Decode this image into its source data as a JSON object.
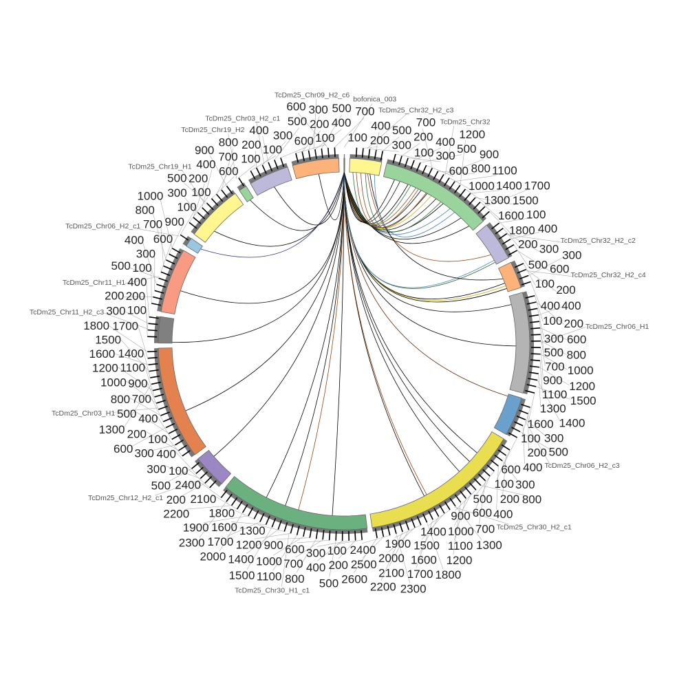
{
  "chart_data": {
    "type": "chord",
    "title": "",
    "direction": "clockwise",
    "tick_interval": 100,
    "segments": [
      {
        "name": "TcDm25_Chr32_H2_c3",
        "length": 520,
        "ticks": [
          100,
          200,
          300,
          400,
          500
        ],
        "color": "#fff68f"
      },
      {
        "name": "TcDm25_Chr32",
        "length": 1850,
        "ticks": [
          100,
          200,
          300,
          400,
          500,
          600,
          700,
          800,
          900,
          1000,
          1100,
          1200,
          1300,
          1400,
          1500,
          1600,
          1700,
          1800
        ],
        "color": "#9ad49d"
      },
      {
        "name": "TcDm25_Chr32_H2_c2",
        "length": 640,
        "ticks": [
          100,
          200,
          300,
          400,
          500,
          600
        ],
        "color": "#bcb9da"
      },
      {
        "name": "TcDm25_Chr32_H2_c4",
        "length": 440,
        "ticks": [
          100,
          200,
          300,
          400
        ],
        "color": "#fdb27a"
      },
      {
        "name": "TcDm25_Chr06_H1",
        "length": 1650,
        "ticks": [
          100,
          200,
          300,
          400,
          500,
          600,
          700,
          800,
          900,
          1000,
          1100,
          1200,
          1300,
          1400,
          1500,
          1600
        ],
        "color": "#b4b4b4"
      },
      {
        "name": "TcDm25_Chr06_H2_c3",
        "length": 640,
        "ticks": [
          100,
          200,
          300,
          400,
          500,
          600
        ],
        "color": "#69a0cc"
      },
      {
        "name": "TcDm25_Chr30_H2_c1",
        "length": 2650,
        "ticks": [
          100,
          200,
          300,
          400,
          500,
          600,
          700,
          800,
          900,
          1000,
          1100,
          1200,
          1300,
          1400,
          1500,
          1600,
          1700,
          1800,
          1900,
          2000,
          2100,
          2200,
          2300,
          2400,
          2500,
          2600
        ],
        "color": "#e8de50"
      },
      {
        "name": "TcDm25_Chr30_H1_c1",
        "length": 2450,
        "ticks": [
          100,
          200,
          300,
          400,
          500,
          600,
          700,
          800,
          900,
          1000,
          1100,
          1200,
          1300,
          1400,
          1500,
          1600,
          1700,
          1800,
          1900,
          2000,
          2100,
          2200,
          2300,
          2400
        ],
        "color": "#6ab17f"
      },
      {
        "name": "TcDm25_Chr12_H2_c1",
        "length": 560,
        "ticks": [
          100,
          200,
          300,
          400,
          500
        ],
        "color": "#9a87c3"
      },
      {
        "name": "TcDm25_Chr03_H1",
        "length": 1850,
        "ticks": [
          100,
          200,
          300,
          400,
          500,
          600,
          700,
          800,
          900,
          1000,
          1100,
          1200,
          1300,
          1400,
          1500,
          1600,
          1700,
          1800
        ],
        "color": "#e4824f"
      },
      {
        "name": "TcDm25_Chr11_H2_c3",
        "length": 430,
        "ticks": [
          100,
          200,
          300,
          400
        ],
        "color": "#808080"
      },
      {
        "name": "TcDm25_Chr11_H1",
        "length": 1060,
        "ticks": [
          100,
          200,
          300,
          400,
          500,
          600,
          700,
          800,
          900,
          1000
        ],
        "color": "#f99a83"
      },
      {
        "name": "TcDm25_Chr06_H2_c1",
        "length": 150,
        "ticks": [
          100
        ],
        "color": "#98c6e3"
      },
      {
        "name": "TcDm25_Chr19_H1",
        "length": 940,
        "ticks": [
          100,
          200,
          300,
          400,
          500,
          600,
          700,
          800,
          900
        ],
        "color": "#fff68f"
      },
      {
        "name": "TcDm25_Chr19_H2",
        "length": 130,
        "ticks": [
          100
        ],
        "color": "#9ad49d"
      },
      {
        "name": "TcDm25_Chr03_H2_c1",
        "length": 660,
        "ticks": [
          100,
          200,
          300,
          400,
          500,
          600
        ],
        "color": "#bcb9da"
      },
      {
        "name": "TcDm25_Chr09_H2_c6",
        "length": 760,
        "ticks": [
          100,
          200,
          300,
          400,
          500,
          600,
          700
        ],
        "color": "#fdb27a"
      },
      {
        "name": "bofonica_003",
        "length": 15,
        "ticks": [],
        "color": "#777777"
      }
    ],
    "links": [
      {
        "from": [
          "bofonica_003",
          5
        ],
        "to": [
          "TcDm25_Chr09_H2_c6",
          400
        ],
        "color": "#000000"
      },
      {
        "from": [
          "bofonica_003",
          5
        ],
        "to": [
          "TcDm25_Chr03_H2_c1",
          330
        ],
        "color": "#000000"
      },
      {
        "from": [
          "bofonica_003",
          5
        ],
        "to": [
          "TcDm25_Chr19_H2",
          60
        ],
        "color": "#000000"
      },
      {
        "from": [
          "bofonica_003",
          5
        ],
        "to": [
          "TcDm25_Chr19_H1",
          250
        ],
        "color": "#000000"
      },
      {
        "from": [
          "bofonica_003",
          5
        ],
        "to": [
          "TcDm25_Chr06_H2_c1",
          90
        ],
        "color": "#2b3a70"
      },
      {
        "from": [
          "bofonica_003",
          5
        ],
        "to": [
          "TcDm25_Chr11_H1",
          420
        ],
        "color": "#000000"
      },
      {
        "from": [
          "bofonica_003",
          5
        ],
        "to": [
          "TcDm25_Chr11_H2_c3",
          15
        ],
        "color": "#000000"
      },
      {
        "from": [
          "bofonica_003",
          5
        ],
        "to": [
          "TcDm25_Chr03_H1",
          720
        ],
        "color": "#000000"
      },
      {
        "from": [
          "bofonica_003",
          5
        ],
        "to": [
          "TcDm25_Chr12_H2_c1",
          420
        ],
        "color": "#000000"
      },
      {
        "from": [
          "bofonica_003",
          5
        ],
        "to": [
          "TcDm25_Chr30_H1_c1",
          1780
        ],
        "color": "#000000"
      },
      {
        "from": [
          "bofonica_003",
          5
        ],
        "to": [
          "TcDm25_Chr30_H1_c1",
          1420
        ],
        "color": "#000000"
      },
      {
        "from": [
          "bofonica_003",
          5
        ],
        "to": [
          "TcDm25_Chr30_H1_c1",
          1180
        ],
        "color": "#8b4513"
      },
      {
        "from": [
          "bofonica_003",
          5
        ],
        "to": [
          "TcDm25_Chr30_H1_c1",
          580
        ],
        "color": "#000000"
      },
      {
        "from": [
          "bofonica_003",
          5
        ],
        "to": [
          "TcDm25_Chr30_H2_c1",
          1650
        ],
        "color": "#000000"
      },
      {
        "from": [
          "bofonica_003",
          5
        ],
        "to": [
          "TcDm25_Chr30_H2_c1",
          1600
        ],
        "color": "#8b4513"
      },
      {
        "from": [
          "bofonica_003",
          5
        ],
        "to": [
          "TcDm25_Chr30_H2_c1",
          900
        ],
        "color": "#000000"
      },
      {
        "from": [
          "bofonica_003",
          5
        ],
        "to": [
          "TcDm25_Chr30_H2_c1",
          650
        ],
        "color": "#000000"
      },
      {
        "from": [
          "bofonica_003",
          5
        ],
        "to": [
          "TcDm25_Chr30_H2_c1",
          450
        ],
        "color": "#000000"
      },
      {
        "from": [
          "bofonica_003",
          5
        ],
        "to": [
          "TcDm25_Chr06_H2_c3",
          40
        ],
        "color": "#5a2d0c"
      },
      {
        "from": [
          "bofonica_003",
          5
        ],
        "to": [
          "TcDm25_Chr06_H1",
          880
        ],
        "color": "#000000"
      },
      {
        "from": [
          "bofonica_003",
          5
        ],
        "to": [
          "TcDm25_Chr06_H1",
          150
        ],
        "color": "#000000"
      },
      {
        "from": [
          "bofonica_003",
          5
        ],
        "to": [
          "TcDm25_Chr32_H2_c4",
          380
        ],
        "color": "#000000"
      },
      {
        "from": [
          "bofonica_003",
          5
        ],
        "to": [
          "TcDm25_Chr32_H2_c4",
          330
        ],
        "color": "#c8b400"
      },
      {
        "from": [
          "bofonica_003",
          5
        ],
        "to": [
          "TcDm25_Chr32_H2_c4",
          280
        ],
        "color": "#000000"
      },
      {
        "from": [
          "bofonica_003",
          5
        ],
        "to": [
          "TcDm25_Chr32_H2_c2",
          600
        ],
        "color": "#2e6b3a"
      },
      {
        "from": [
          "bofonica_003",
          5
        ],
        "to": [
          "TcDm25_Chr32_H2_c2",
          560
        ],
        "color": "#4a7fb0"
      },
      {
        "from": [
          "bofonica_003",
          5
        ],
        "to": [
          "TcDm25_Chr32",
          1750
        ],
        "color": "#000000"
      },
      {
        "from": [
          "bofonica_003",
          5
        ],
        "to": [
          "TcDm25_Chr32",
          1550
        ],
        "color": "#000000"
      },
      {
        "from": [
          "bofonica_003",
          5
        ],
        "to": [
          "TcDm25_Chr32",
          1300
        ],
        "color": "#4a7fb0"
      },
      {
        "from": [
          "bofonica_003",
          5
        ],
        "to": [
          "TcDm25_Chr32",
          1150
        ],
        "color": "#000000"
      },
      {
        "from": [
          "bofonica_003",
          5
        ],
        "to": [
          "TcDm25_Chr32",
          1000
        ],
        "color": "#000000"
      },
      {
        "from": [
          "bofonica_003",
          5
        ],
        "to": [
          "TcDm25_Chr32",
          900
        ],
        "color": "#c8b400"
      },
      {
        "from": [
          "bofonica_003",
          5
        ],
        "to": [
          "TcDm25_Chr32",
          820
        ],
        "color": "#000000"
      },
      {
        "from": [
          "bofonica_003",
          5
        ],
        "to": [
          "TcDm25_Chr32",
          700
        ],
        "color": "#000000"
      },
      {
        "from": [
          "bofonica_003",
          5
        ],
        "to": [
          "TcDm25_Chr32",
          600
        ],
        "color": "#8b4513"
      },
      {
        "from": [
          "bofonica_003",
          5
        ],
        "to": [
          "TcDm25_Chr32",
          450
        ],
        "color": "#000000"
      },
      {
        "from": [
          "bofonica_003",
          5
        ],
        "to": [
          "TcDm25_Chr32",
          300
        ],
        "color": "#000000"
      },
      {
        "from": [
          "bofonica_003",
          5
        ],
        "to": [
          "TcDm25_Chr32",
          200
        ],
        "color": "#000000"
      },
      {
        "from": [
          "TcDm25_Chr32_H2_c3",
          60
        ],
        "to": [
          "TcDm25_Chr32",
          500
        ],
        "color": "#2e6b3a"
      },
      {
        "from": [
          "TcDm25_Chr32_H2_c3",
          120
        ],
        "to": [
          "TcDm25_Chr32",
          650
        ],
        "color": "#8b4513"
      },
      {
        "from": [
          "TcDm25_Chr32_H2_c3",
          200
        ],
        "to": [
          "TcDm25_Chr32",
          800
        ],
        "color": "#8b4513"
      },
      {
        "from": [
          "TcDm25_Chr32_H2_c3",
          280
        ],
        "to": [
          "TcDm25_Chr32",
          1100
        ],
        "color": "#2e6b3a"
      },
      {
        "from": [
          "TcDm25_Chr32_H2_c3",
          320
        ],
        "to": [
          "TcDm25_Chr32_H2_c2",
          450
        ],
        "color": "#8b4513"
      },
      {
        "from": [
          "TcDm25_Chr32_H2_c3",
          360
        ],
        "to": [
          "TcDm25_Chr32_H2_c4",
          200
        ],
        "color": "#000000"
      },
      {
        "from": [
          "TcDm25_Chr32_H2_c3",
          440
        ],
        "to": [
          "TcDm25_Chr32",
          1400
        ],
        "color": "#4a7fb0"
      }
    ]
  }
}
